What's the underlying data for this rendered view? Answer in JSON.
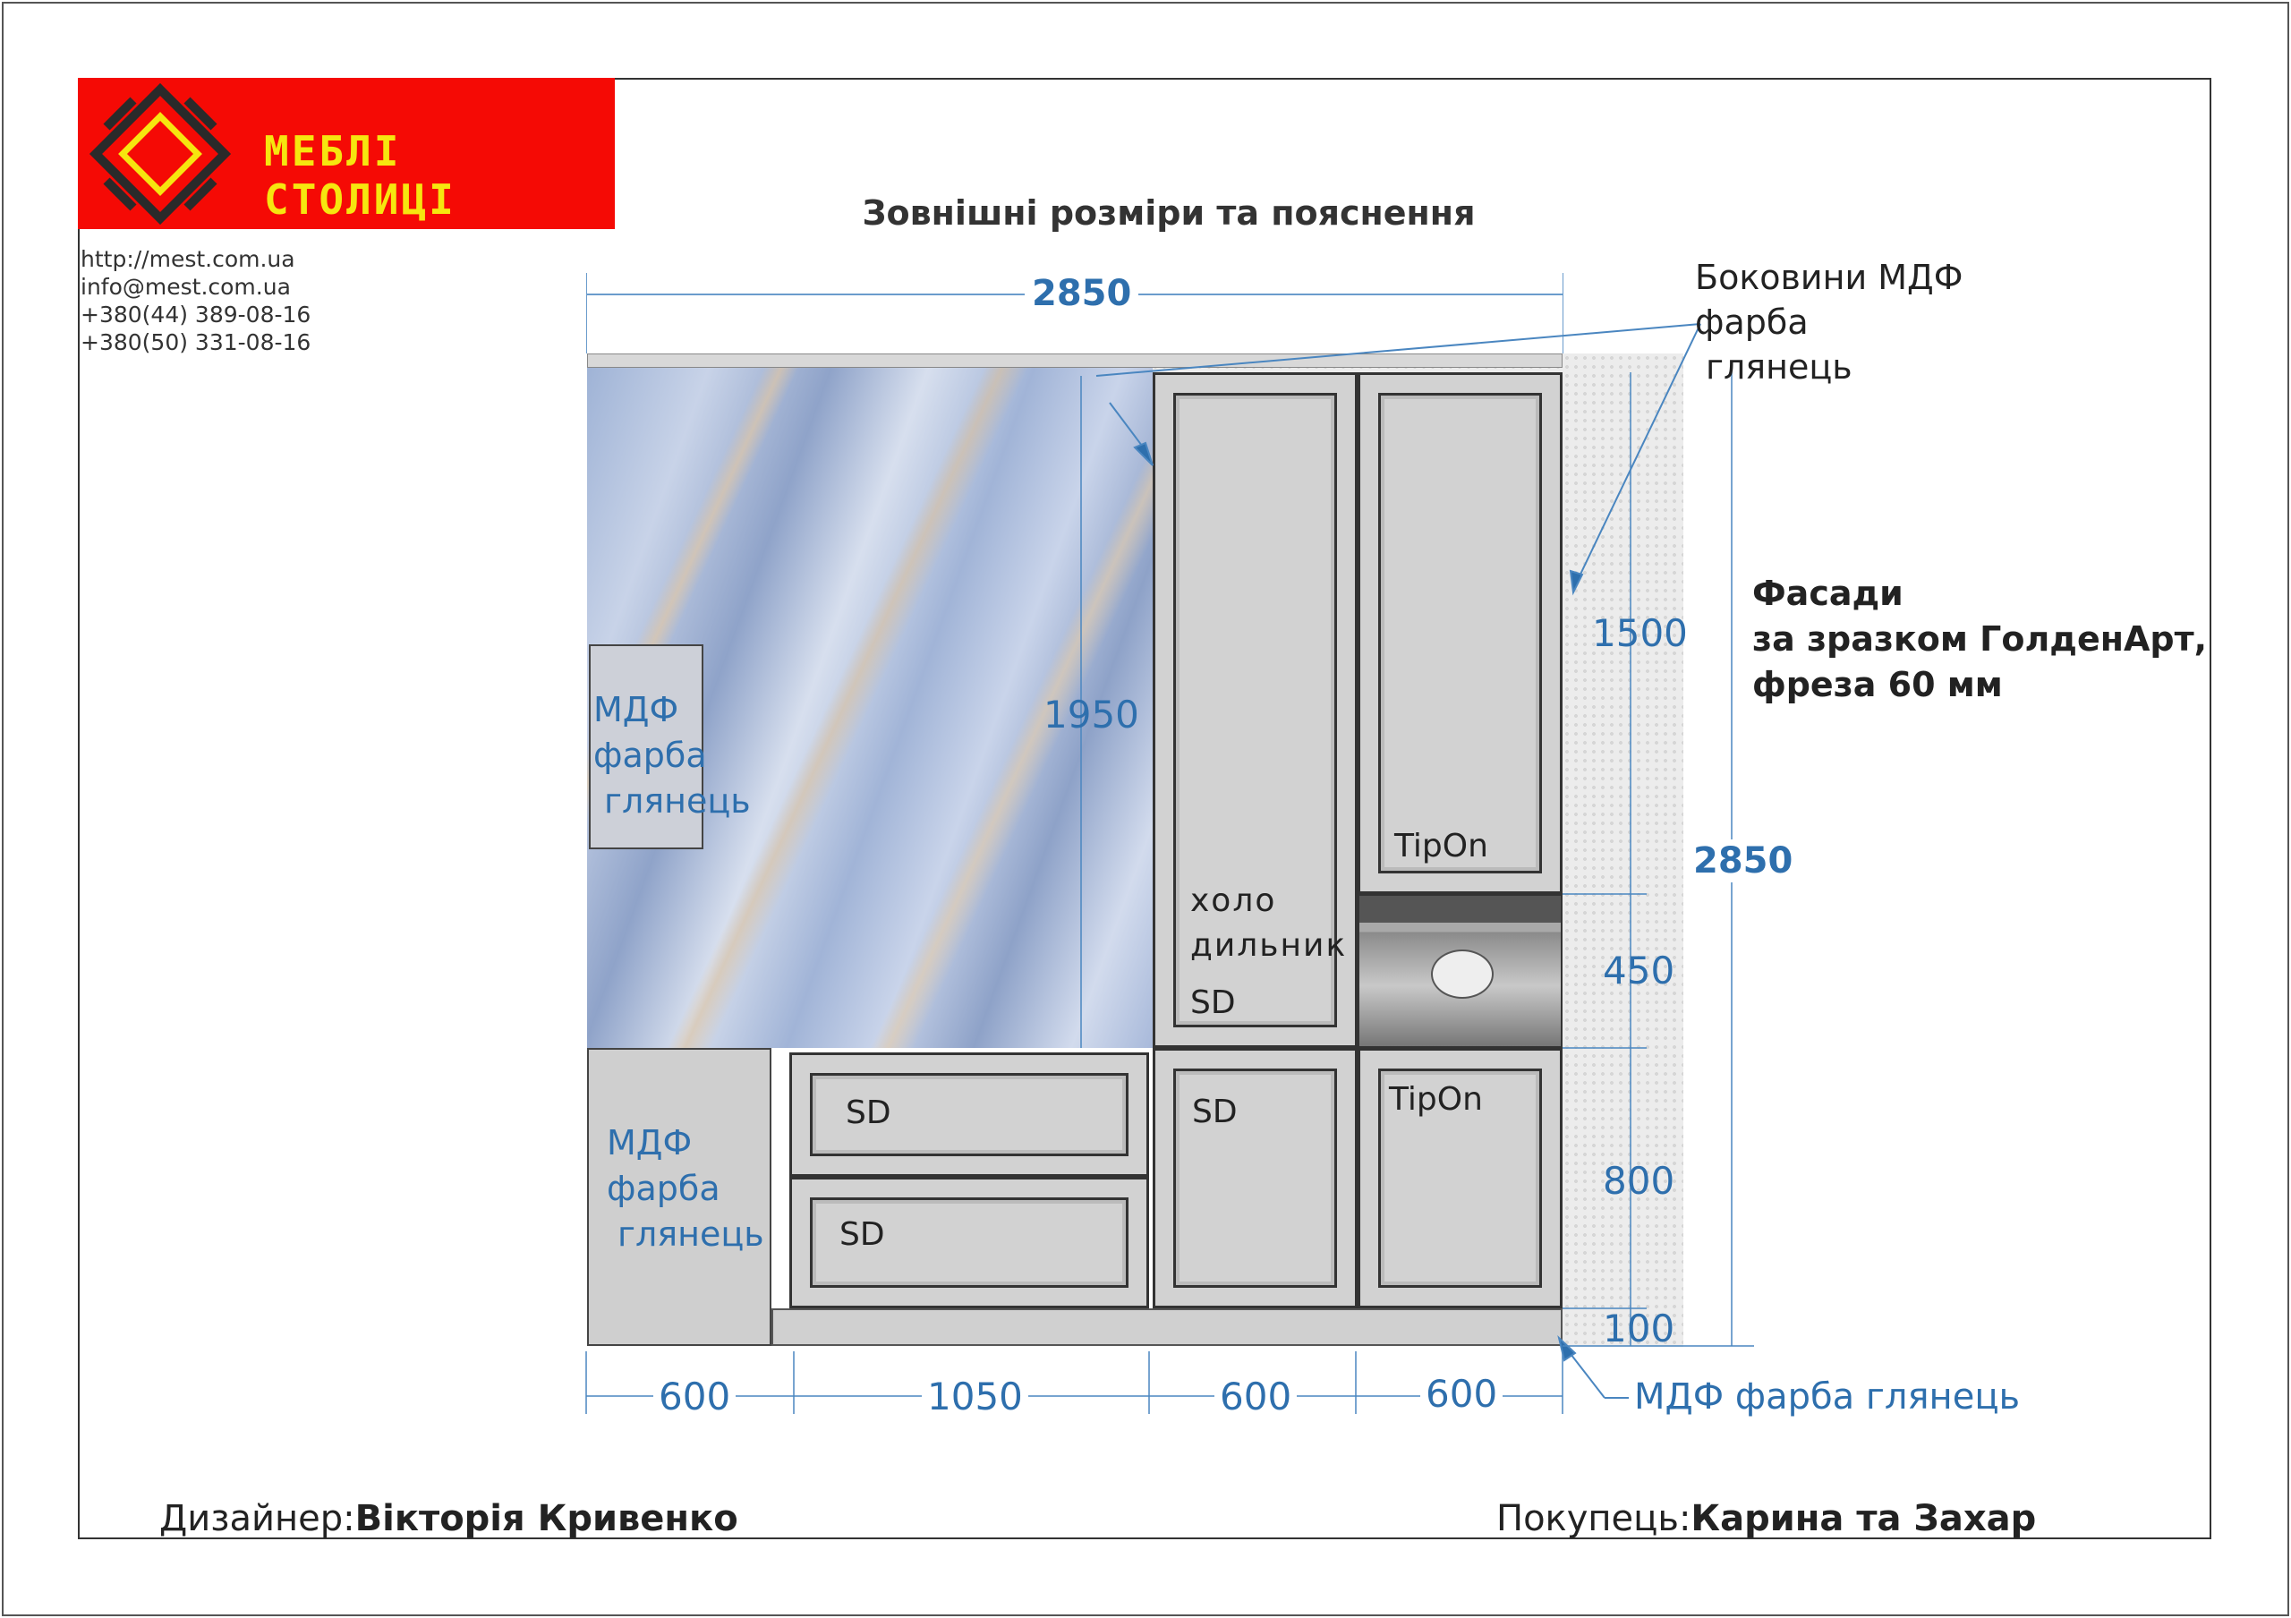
{
  "logo": {
    "brand": "МЕБЛІ СТОЛИЦІ",
    "colors": {
      "background": "#f50a05",
      "text": "#f6e60f"
    }
  },
  "contact": {
    "site": "http://mest.com.ua",
    "email": "info@mest.com.ua",
    "phone1": "+380(44)   389-08-16",
    "phone2": "+380(50)   331-08-16"
  },
  "title": "Зовнішні розміри та пояснення",
  "dims": {
    "top_width": "2850",
    "height_total": "2850",
    "w1": "600",
    "w2": "1050",
    "w3": "600",
    "w4": "600",
    "h_upper": "1500",
    "h_oven": "450",
    "h_lower": "800",
    "h_plinth": "100",
    "h_tall": "1950"
  },
  "notes": {
    "sides_l1": "Боковини МДФ",
    "sides_l2": "фарба",
    "sides_l3": "глянець",
    "facades_l1": "Фасади",
    "facades_l2": "за зразком  ГолденАрт,",
    "facades_l3": "фреза 60 мм",
    "bottom_note": "МДФ фарба глянець"
  },
  "labels": {
    "mdf1": "МДФ",
    "mdf2": "фарба",
    "mdf3": "глянець",
    "fridge1": "холо",
    "fridge2": "дильник",
    "sd": "SD",
    "tipon": "TipOn"
  },
  "footer": {
    "designer_label": "Дизайнер:",
    "designer": "Вікторія Кривенко",
    "client_label": "Покупець:",
    "client": "Карина та Захар"
  },
  "colors": {
    "accent": "#2e6fad"
  }
}
